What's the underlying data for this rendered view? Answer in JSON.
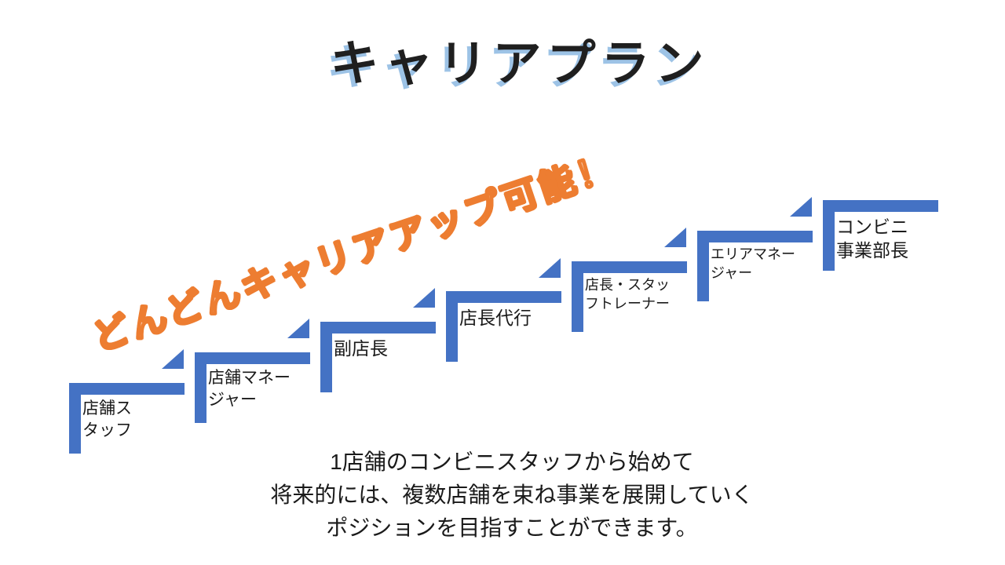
{
  "slide": {
    "title": "キャリアプラン",
    "banner": "どんどんキャリアアップ可能！",
    "description_lines": [
      "1店舗のコンビニスタッフから始めて",
      "将来的には、複数店舗を束ね事業を展開していく",
      "ポジションを目指すことができます。"
    ]
  },
  "steps": [
    {
      "label": "店舗ス\nタッフ"
    },
    {
      "label": "店舗マネー\nジャー"
    },
    {
      "label": "副店長"
    },
    {
      "label": "店長代行"
    },
    {
      "label": "店長・スタッ\nフトレーナー"
    },
    {
      "label": "エリアマネー\nジャー"
    },
    {
      "label": "コンビニ\n事業部長"
    }
  ],
  "colors": {
    "step-blue": "#4472C4",
    "accent-orange": "#ED7D31",
    "accent-orange-light": "#F8CBAD",
    "title-shadow": "#9DC3E6",
    "ink": "#1A1A1A"
  }
}
